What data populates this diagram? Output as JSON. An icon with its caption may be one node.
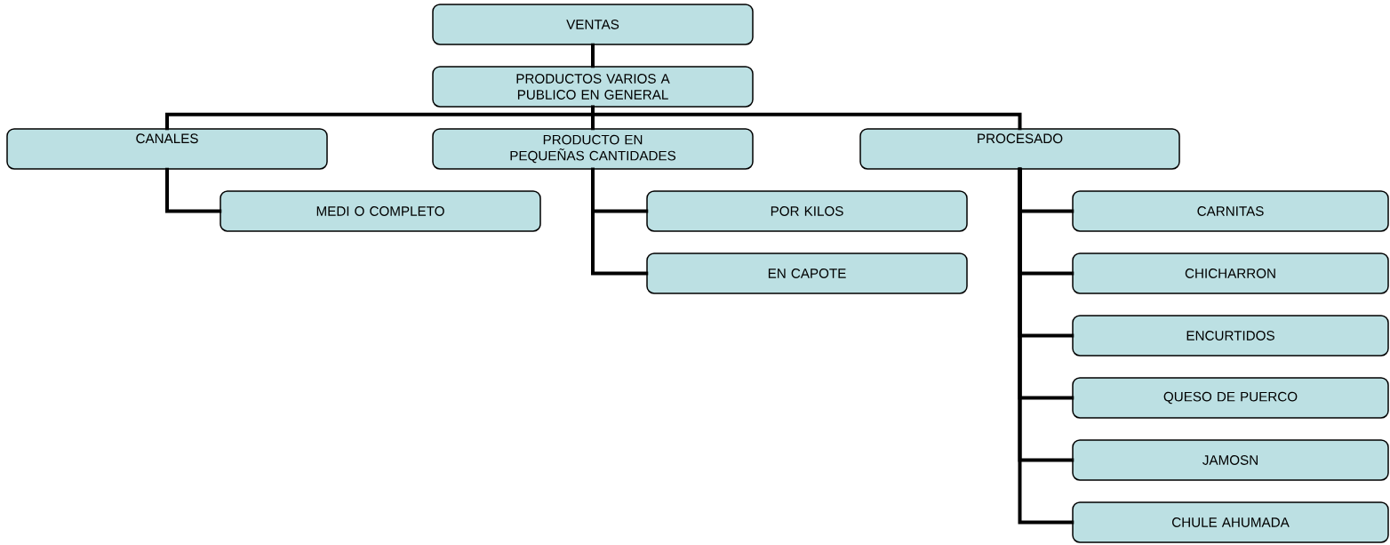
{
  "diagram": {
    "nodes": [
      {
        "text": [
          "VENTAS"
        ]
      },
      {
        "text": [
          "PRODUCTOS VARIOS A PUBLICO EN GENERAL"
        ]
      },
      {
        "text": [
          "CANALES"
        ]
      },
      {
        "text": [
          "PRODUCTO EN PEQUEÑAS CANTIDADES"
        ]
      },
      {
        "text": [
          "PROCESADO"
        ]
      },
      {
        "text": [
          "MEDI O COMPLETO"
        ]
      },
      {
        "text": [
          "POR KILOS"
        ]
      },
      {
        "text": [
          "EN CAPOTE"
        ]
      },
      {
        "text": [
          "CARNITAS"
        ]
      },
      {
        "text": [
          "CHICHARRON"
        ]
      },
      {
        "text": [
          "ENCURTIDOS"
        ]
      },
      {
        "text": [
          "QUESO DE PUERCO"
        ]
      },
      {
        "text": [
          "JAMOSN"
        ]
      },
      {
        "text": [
          "CHULE AHUMADA"
        ]
      }
    ],
    "edges": [
      {
        "from": 0,
        "to": 1,
        "arrow": "none"
      },
      {
        "from": 1,
        "to": 2,
        "arrow": "none"
      },
      {
        "from": 1,
        "to": 3,
        "arrow": "none"
      },
      {
        "from": 1,
        "to": 4,
        "arrow": "none"
      },
      {
        "from": 2,
        "to": 5,
        "arrow": "none"
      },
      {
        "from": 3,
        "to": 6,
        "arrow": "none"
      },
      {
        "from": 3,
        "to": 7,
        "arrow": "none"
      },
      {
        "from": 4,
        "to": 8,
        "arrow": "none"
      },
      {
        "from": 4,
        "to": 9,
        "arrow": "none"
      },
      {
        "from": 4,
        "to": 10,
        "arrow": "none"
      },
      {
        "from": 4,
        "to": 11,
        "arrow": "none"
      },
      {
        "from": 4,
        "to": 12,
        "arrow": "none"
      },
      {
        "from": 4,
        "to": 13,
        "arrow": "none"
      }
    ]
  }
}
